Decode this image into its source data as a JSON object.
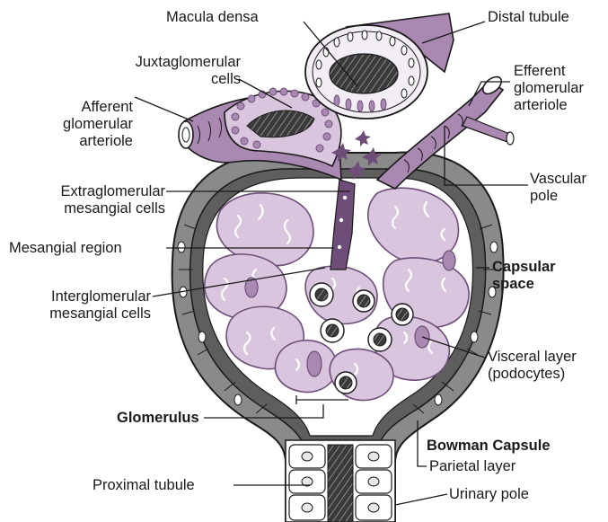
{
  "labels": {
    "macula_densa": "Macula densa",
    "distal_tubule": "Distal tubule",
    "juxtaglomerular_1": "Juxtaglomerular",
    "juxtaglomerular_2": "cells",
    "efferent_1": "Efferent",
    "efferent_2": "glomerular",
    "efferent_3": "arteriole",
    "afferent_1": "Afferent",
    "afferent_2": "glomerular",
    "afferent_3": "arteriole",
    "vascular_1": "Vascular",
    "vascular_2": "pole",
    "extraglomerular_1": "Extraglomerular",
    "extraglomerular_2": "mesangial cells",
    "mesangial_region": "Mesangial region",
    "capsular_1": "Capsular",
    "capsular_2": "space",
    "interglomerular_1": "Interglomerular",
    "interglomerular_2": "mesangial cells",
    "visceral_1": "Visceral layer",
    "visceral_2": "(podocytes)",
    "glomerulus": "Glomerulus",
    "bowman_capsule": "Bowman Capsule",
    "parietal_layer": "Parietal layer",
    "proximal_tubule": "Proximal tubule",
    "urinary_pole": "Urinary pole"
  },
  "colors": {
    "outline": "#1a1a1a",
    "capsule_gray": "#8a8a8a",
    "capsule_dark": "#5e5e5e",
    "lavender": "#d9c6de",
    "purple_mid": "#a988b1",
    "purple_dark": "#6e4d78",
    "tubule_white": "#f3eef5"
  }
}
